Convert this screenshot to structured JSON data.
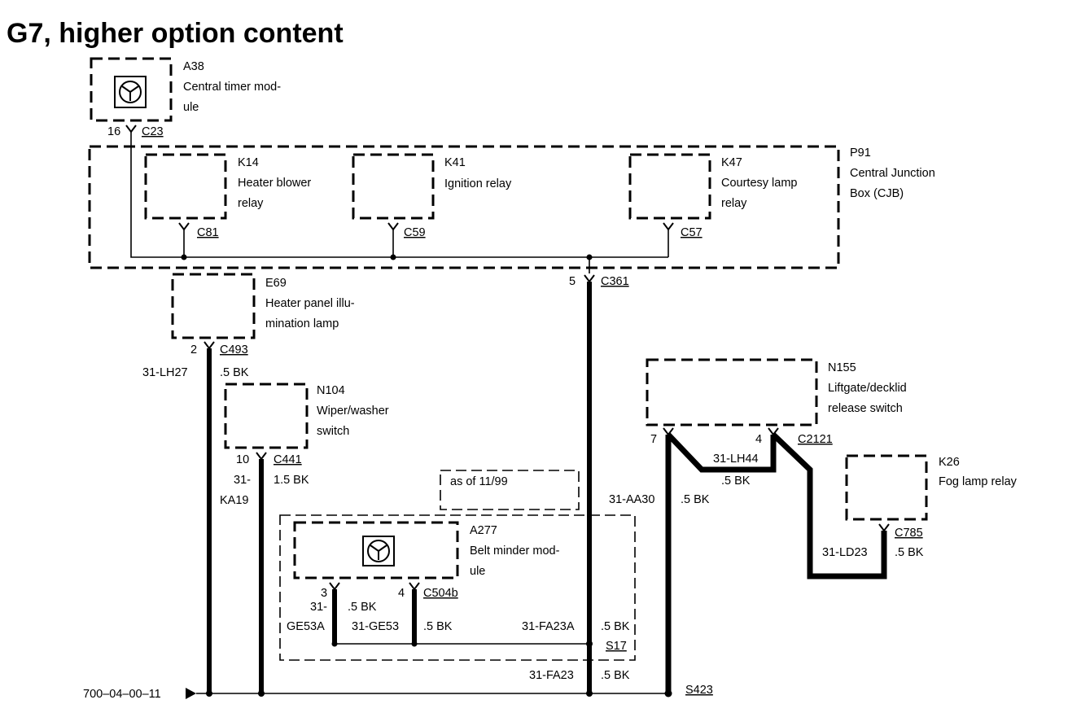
{
  "title": "G7, higher option content",
  "reference": "700–04–00–11",
  "a38": {
    "id": "A38",
    "line1": "Central timer mod-",
    "line2": "ule",
    "pin": "16",
    "connector": "C23"
  },
  "p91": {
    "id": "P91",
    "line1": "Central Junction",
    "line2": "Box (CJB)"
  },
  "k14": {
    "id": "K14",
    "line1": "Heater blower",
    "line2": "relay",
    "connector": "C81"
  },
  "k41": {
    "id": "K41",
    "line1": "Ignition relay",
    "connector": "C59"
  },
  "k47": {
    "id": "K47",
    "line1": "Courtesy lamp",
    "line2": "relay",
    "connector": "C57"
  },
  "c361": {
    "pin": "5",
    "connector": "C361"
  },
  "e69": {
    "id": "E69",
    "line1": "Heater panel illu-",
    "line2": "mination lamp",
    "pin": "2",
    "connector": "C493",
    "wire": "31-LH27",
    "gauge": ".5 BK"
  },
  "n104": {
    "id": "N104",
    "line1": "Wiper/washer",
    "line2": "switch",
    "pin": "10",
    "connector": "C441",
    "wire_line1": "31-",
    "wire_line2": "KA19",
    "gauge": "1.5 BK"
  },
  "note": "as of 11/99",
  "a277": {
    "id": "A277",
    "line1": "Belt minder mod-",
    "line2": "ule",
    "pin_left": "3",
    "pin_right": "4",
    "connector": "C504b",
    "wire_left_line1": "31-",
    "wire_left_line2": "GE53A",
    "gauge_left": ".5 BK",
    "wire_right": "31-GE53",
    "gauge_right": ".5 BK"
  },
  "wire_fa23a": {
    "wire": "31-FA23A",
    "gauge": ".5 BK",
    "splice": "S17"
  },
  "wire_fa23": {
    "wire": "31-FA23",
    "gauge": ".5 BK"
  },
  "wire_aa30": {
    "wire": "31-AA30",
    "gauge": ".5 BK"
  },
  "s423": "S423",
  "n155": {
    "id": "N155",
    "line1": "Liftgate/decklid",
    "line2": "release switch",
    "pin_left": "7",
    "pin_right": "4",
    "connector": "C2121",
    "wire": "31-LH44",
    "gauge": ".5 BK"
  },
  "k26": {
    "id": "K26",
    "line1": "Fog lamp relay",
    "connector": "C785",
    "wire": "31-LD23",
    "gauge": ".5 BK"
  }
}
